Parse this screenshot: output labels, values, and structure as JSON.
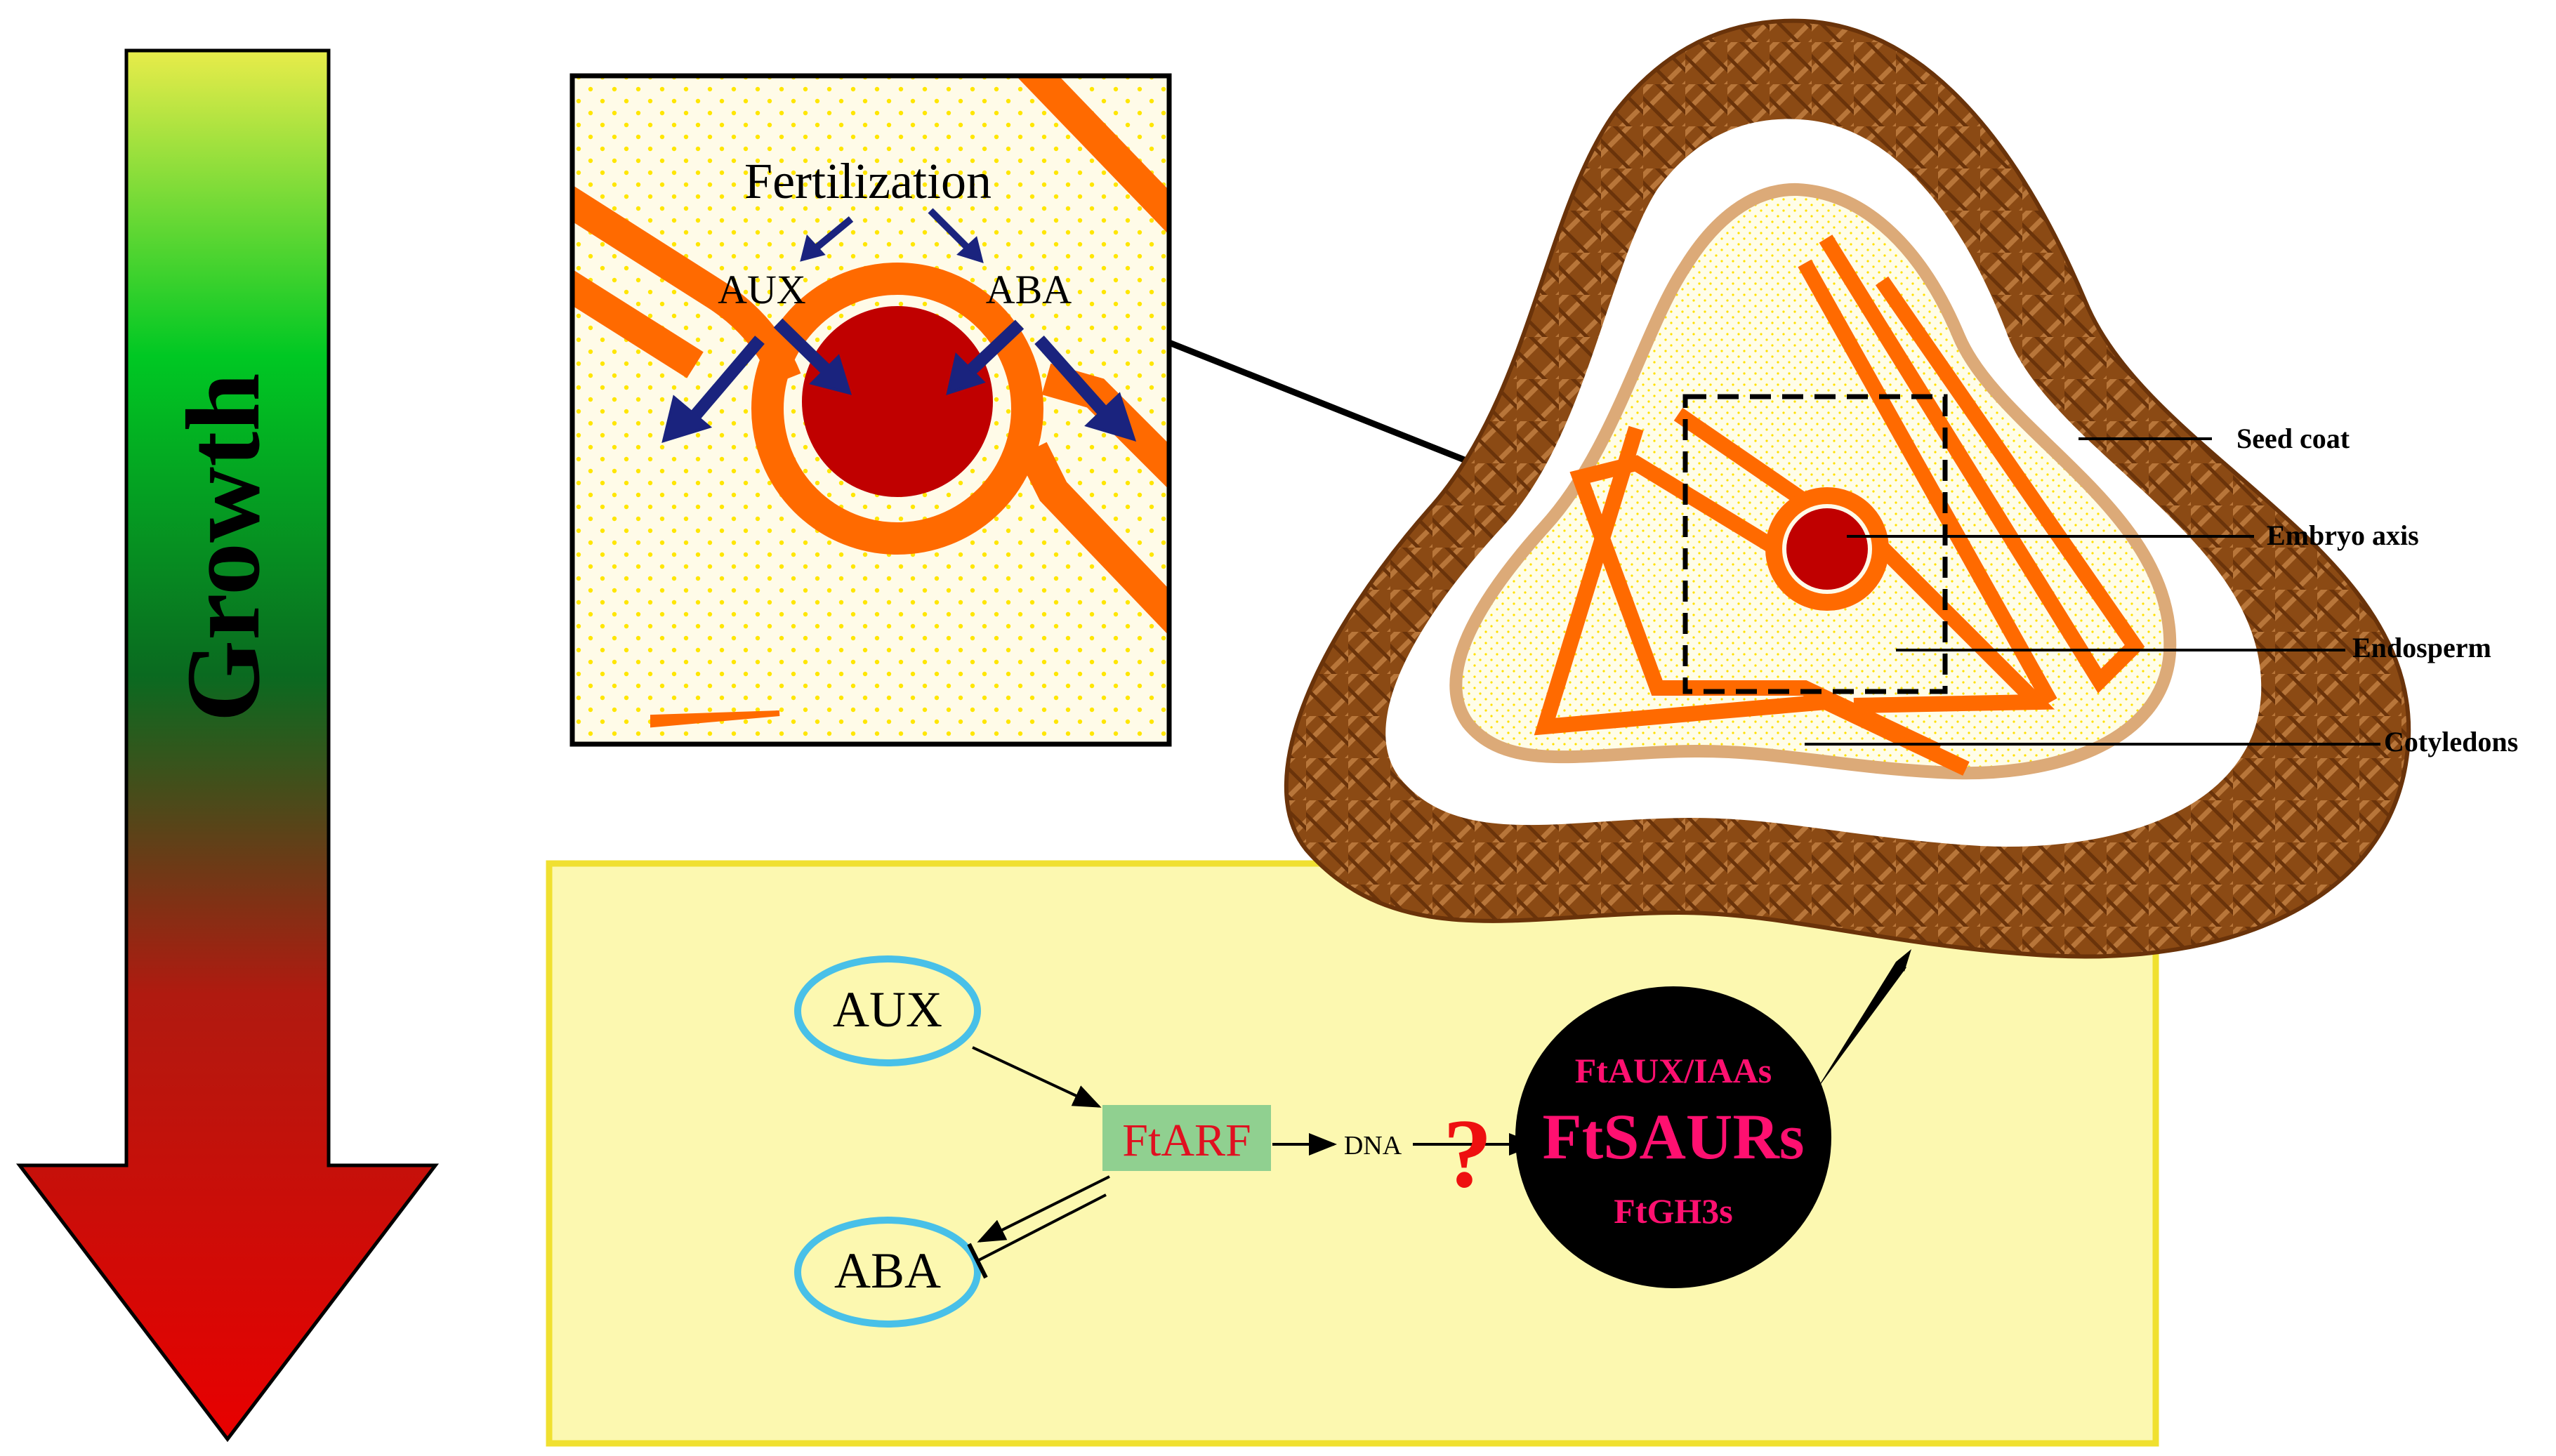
{
  "growth_label": "Growth",
  "inset": {
    "fertilization": "Fertilization",
    "aux": "AUX",
    "aba": "ABA"
  },
  "seed_labels": {
    "seed_coat": "Seed coat",
    "embryo_axis": "Embryo axis",
    "endosperm": "Endosperm",
    "cotyledons": "Cotyledons"
  },
  "pathway": {
    "aux": "AUX",
    "aba": "ABA",
    "ftarf": "FtARF",
    "dna": "DNA",
    "question": "?",
    "targets": {
      "line1": "FtAUX/IAAs",
      "line2": "FtSAURs",
      "line3": "FtGH3s"
    }
  },
  "colors": {
    "growth_top": "#e8ec4a",
    "growth_mid": "#00c020",
    "growth_bottom": "#e00000",
    "orange": "#ff6a00",
    "embryo_red": "#c00000",
    "arrow_blue": "#1a237e",
    "seed_coat_brown": "#8b4a14",
    "tan": "#dcaa78",
    "panel_yellow": "#fcf8b0",
    "panel_border": "#f0e030",
    "ellipse_blue": "#48c0e8",
    "ftarf_box": "#90d090",
    "magenta": "#ff1070"
  }
}
